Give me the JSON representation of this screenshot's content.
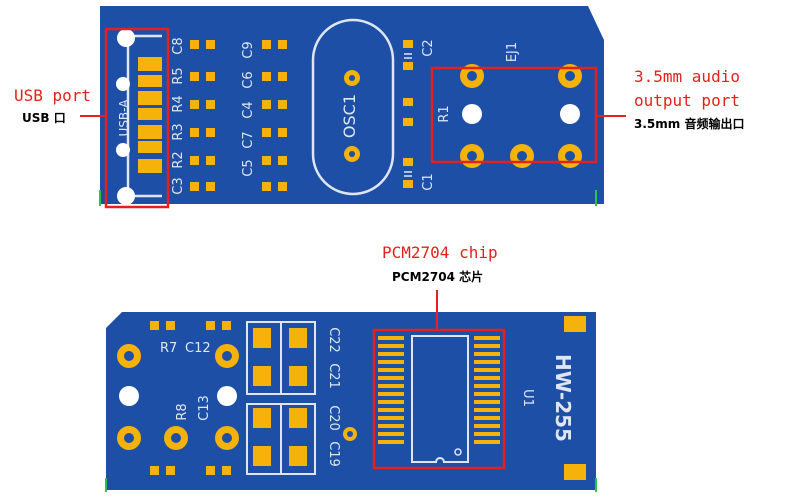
{
  "top_board": {
    "connector_label": "USB-A",
    "osc_label": "OSC1",
    "jack_label": "EJ1",
    "silk_left": [
      "C8",
      "R5",
      "R4",
      "R3",
      "R2",
      "C3"
    ],
    "silk_mid": [
      "C9",
      "C6",
      "C4",
      "C7",
      "C5"
    ],
    "silk_right": [
      "C2",
      "R1",
      "C1"
    ]
  },
  "bottom_board": {
    "silk_labels": [
      "R7",
      "C12",
      "R8",
      "C13",
      "C22",
      "C21",
      "C20",
      "C19",
      "U1"
    ],
    "board_name": "HW-255"
  },
  "callouts": {
    "usb_en": "USB port",
    "usb_cn": "USB 口",
    "audio_en_line1": "3.5mm audio",
    "audio_en_line2": "output port",
    "audio_cn": "3.5mm 音频输出口",
    "chip_en": "PCM2704 chip",
    "chip_cn": "PCM2704 芯片"
  },
  "colors": {
    "board": "#1d4fa6",
    "pad": "#f5b20a",
    "highlight": "#e8201c"
  }
}
